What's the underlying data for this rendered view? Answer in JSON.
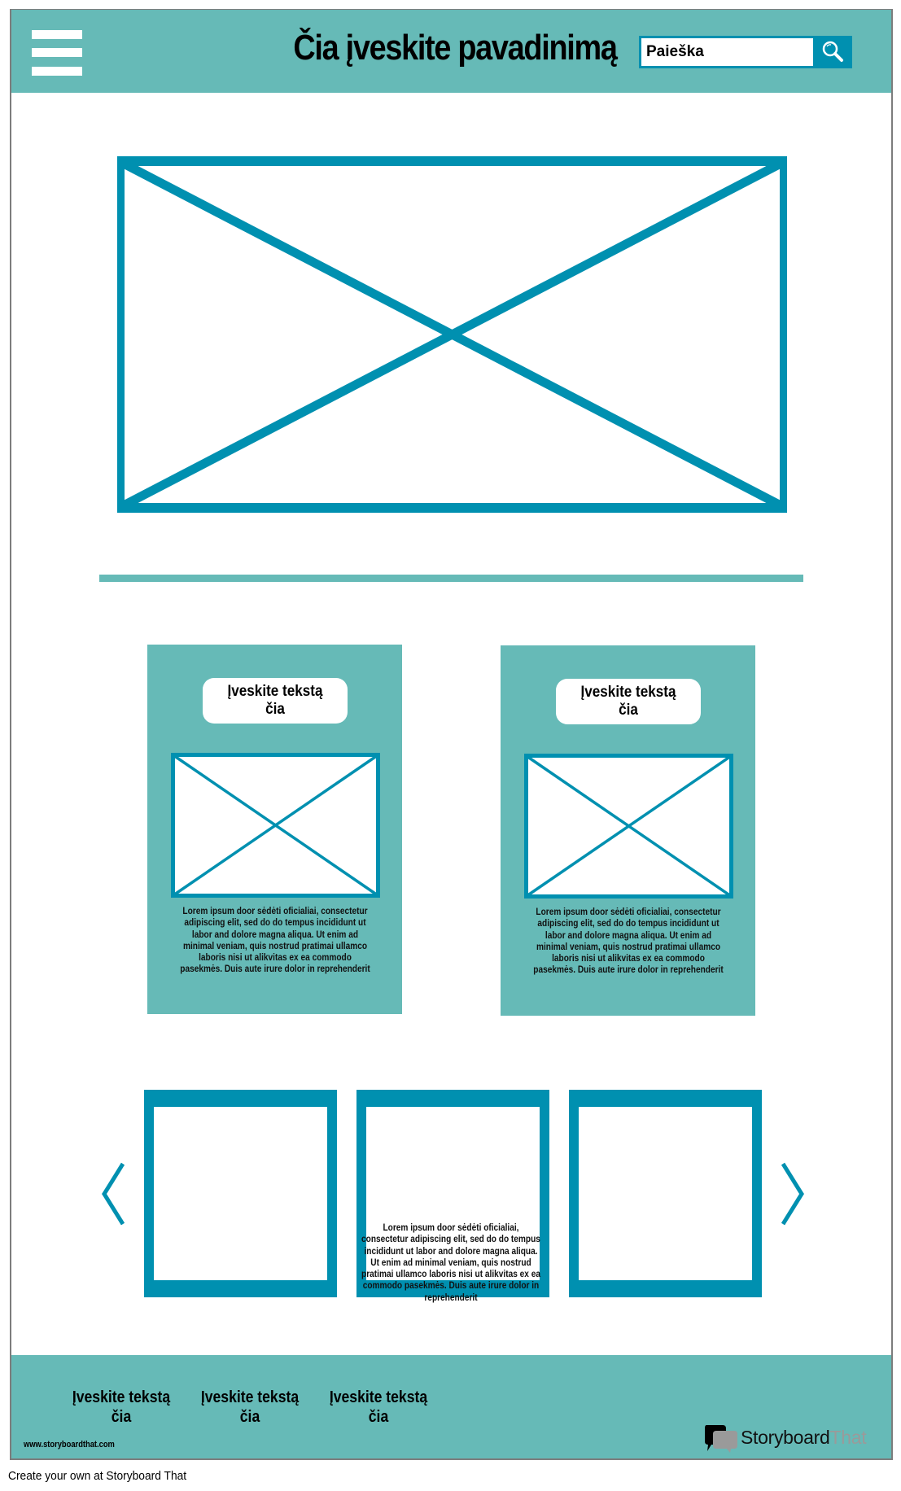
{
  "header": {
    "title": "Čia įveskite pavadinimą",
    "menu_icon": "hamburger-menu-icon",
    "search": {
      "value": "Paieška",
      "placeholder": "Paieška",
      "button_icon": "search-icon"
    }
  },
  "hero": {
    "placeholder_icon": "image-placeholder-x"
  },
  "cards": [
    {
      "label": "Įveskite tekstą čia",
      "image_icon": "image-placeholder-x",
      "text": "Lorem ipsum door sėdėti oficialiai, consectetur adipiscing elit, sed do do tempus incididunt ut labor and dolore magna aliqua. Ut enim ad minimal veniam, quis nostrud pratimai ullamco laboris nisi ut alikvitas ex ea commodo pasekmės. Duis aute irure dolor in reprehenderit"
    },
    {
      "label": "Įveskite tekstą čia",
      "image_icon": "image-placeholder-x",
      "text": "Lorem ipsum door sėdėti oficialiai, consectetur adipiscing elit, sed do do tempus incididunt ut labor and dolore magna aliqua. Ut enim ad minimal veniam, quis nostrud pratimai ullamco laboris nisi ut alikvitas ex ea commodo pasekmės. Duis aute irure dolor in reprehenderit"
    }
  ],
  "carousel": {
    "prev_icon": "chevron-left-icon",
    "next_icon": "chevron-right-icon",
    "slides": 3,
    "caption": "Lorem ipsum door sėdėti oficialiai, consectetur adipiscing elit, sed do do tempus incididunt ut labor and dolore magna aliqua. Ut enim ad minimal veniam, quis nostrud pratimai ullamco laboris nisi ut alikvitas ex ea commodo pasekmės. Duis aute irure dolor in reprehenderit"
  },
  "footer": {
    "links": [
      {
        "label": "Įveskite tekstą čia"
      },
      {
        "label": "Įveskite tekstą čia"
      },
      {
        "label": "Įveskite tekstą čia"
      }
    ],
    "url": "www.storyboardthat.com",
    "logo": {
      "part1": "Storyboard",
      "part2": "That"
    }
  },
  "credit": "Create your own at Storyboard That",
  "colors": {
    "teal": "#66bab7",
    "blue": "#0090b0",
    "white": "#ffffff",
    "frame_border": "#7d7d7d"
  }
}
